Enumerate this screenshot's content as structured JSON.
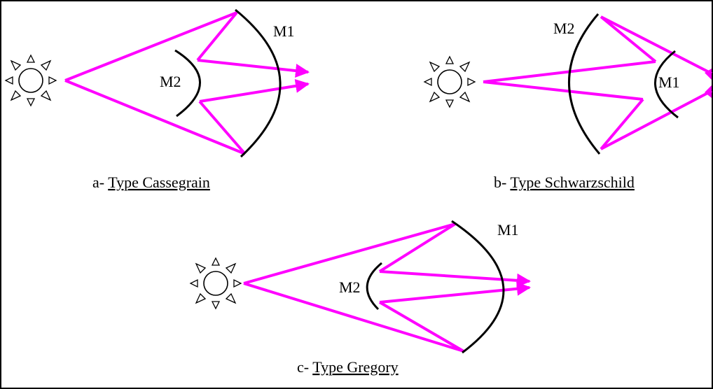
{
  "colors": {
    "ray": "#ff00ff",
    "mirror": "#000000",
    "frame": "#000000",
    "background": "#ffffff"
  },
  "diagrams": {
    "cassegrain": {
      "prefix": "a- ",
      "title": "Type Cassegrain",
      "primary_label": "M1",
      "secondary_label": "M2",
      "source_icon": "sun-icon"
    },
    "schwarzschild": {
      "prefix": "b- ",
      "title": "Type Schwarzschild",
      "primary_label": "M1",
      "secondary_label": "M2",
      "source_icon": "sun-icon"
    },
    "gregory": {
      "prefix": "c- ",
      "title": "Type Gregory",
      "primary_label": "M1",
      "secondary_label": "M2",
      "source_icon": "sun-icon"
    }
  }
}
